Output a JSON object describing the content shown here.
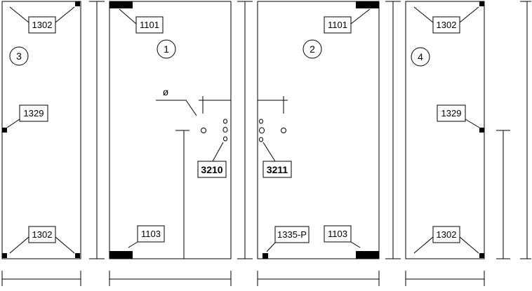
{
  "panels": {
    "p3": {
      "marker": "3",
      "labels": {
        "top": "1302",
        "middle": "1329",
        "bottom": "1302"
      }
    },
    "p1": {
      "marker": "1",
      "labels": {
        "top": "1101",
        "bottom": "1103",
        "code": "3210"
      },
      "diameter_symbol": "ø"
    },
    "p2": {
      "marker": "2",
      "labels": {
        "top": "1101",
        "bottom_left": "1335-P",
        "bottom_right": "1103",
        "code": "3211"
      }
    },
    "p4": {
      "marker": "4",
      "labels": {
        "top": "1302",
        "middle": "1329",
        "bottom": "1302"
      }
    }
  },
  "colors": {
    "line": "#000000",
    "background": "#ffffff"
  }
}
